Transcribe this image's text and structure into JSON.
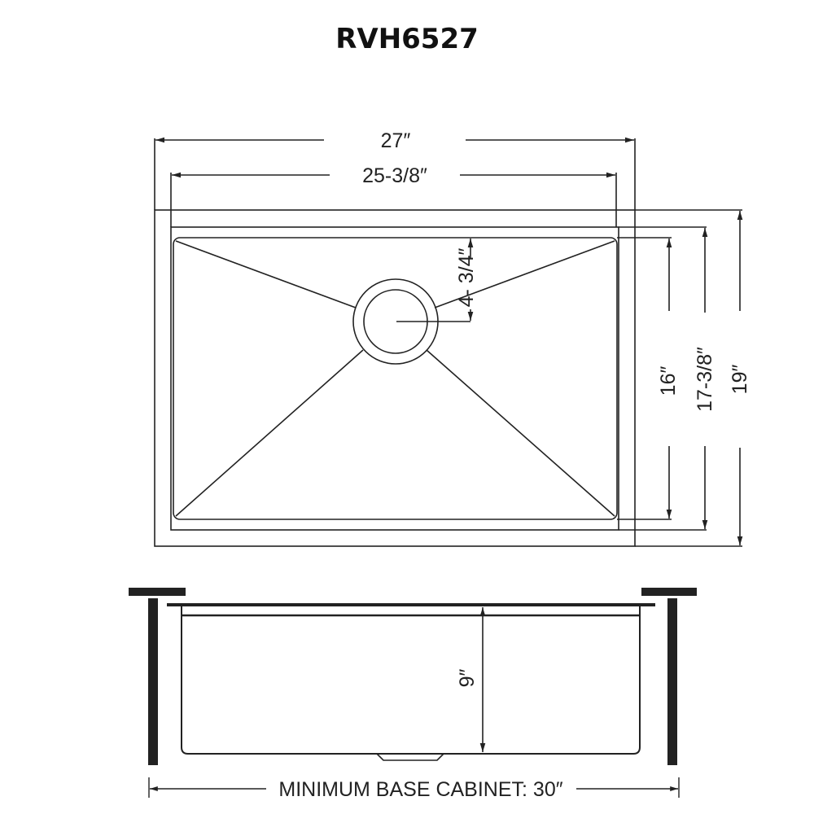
{
  "title": "RVH6527",
  "top_view": {
    "overall_width": "27″",
    "inner_width": "25-3/8″",
    "drain_offset": "4- 3/4″",
    "bowl_depth_front_back": "16″",
    "inner_depth": "17-3/8″",
    "overall_depth": "19″"
  },
  "side_view": {
    "bowl_height": "9″",
    "min_cabinet": "MINIMUM BASE CABINET: 30″"
  },
  "colors": {
    "line": "#222222",
    "background": "#ffffff"
  }
}
